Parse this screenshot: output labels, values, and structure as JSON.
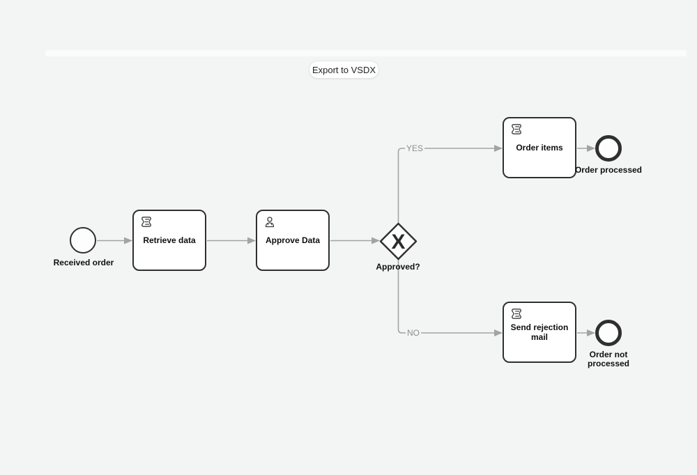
{
  "app": {
    "export_button_label": "Export to VSDX"
  },
  "colors": {
    "background": "#f3f5f4",
    "shape_stroke": "#2f2f2f",
    "shape_fill": "#ffffff",
    "connector": "#a3a3a3",
    "connector_label_text": "#8c8c8c",
    "label_text": "#0f0f0f"
  },
  "diagram": {
    "start_event": {
      "label": "Received order"
    },
    "tasks": [
      {
        "id": "retrieve-data",
        "label": "Retrieve data",
        "icon": "script-icon"
      },
      {
        "id": "approve-data",
        "label": "Approve Data",
        "icon": "user-icon"
      },
      {
        "id": "order-items",
        "label": "Order items",
        "icon": "script-icon"
      },
      {
        "id": "send-rejection-mail",
        "label": "Send rejection mail",
        "icon": "script-icon"
      }
    ],
    "gateway": {
      "label": "Approved?",
      "marker": "X",
      "type": "exclusive-gateway"
    },
    "end_events": [
      {
        "label": "Order processed"
      },
      {
        "label": "Order not processed"
      }
    ],
    "flow_labels": {
      "yes": "YES",
      "no": "NO"
    }
  }
}
